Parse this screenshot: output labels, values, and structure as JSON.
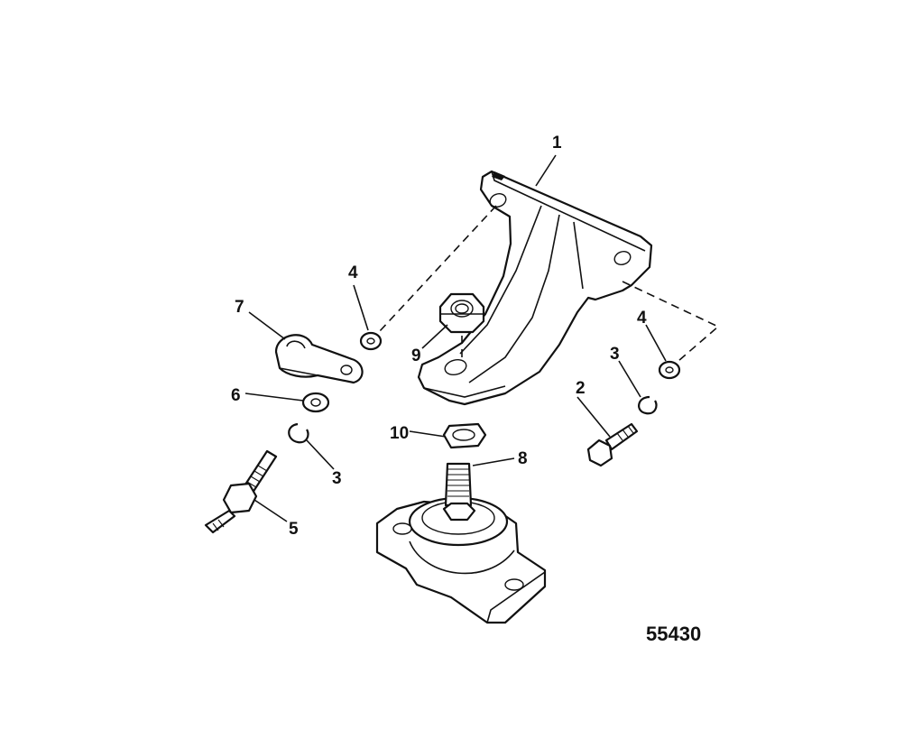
{
  "figure": {
    "number": "55430",
    "callouts": [
      {
        "id": "c1",
        "label": "1"
      },
      {
        "id": "c2",
        "label": "2"
      },
      {
        "id": "c3a",
        "label": "3"
      },
      {
        "id": "c3b",
        "label": "3"
      },
      {
        "id": "c4a",
        "label": "4"
      },
      {
        "id": "c4b",
        "label": "4"
      },
      {
        "id": "c5",
        "label": "5"
      },
      {
        "id": "c6",
        "label": "6"
      },
      {
        "id": "c7",
        "label": "7"
      },
      {
        "id": "c8",
        "label": "8"
      },
      {
        "id": "c9",
        "label": "9"
      },
      {
        "id": "c10",
        "label": "10"
      }
    ]
  }
}
